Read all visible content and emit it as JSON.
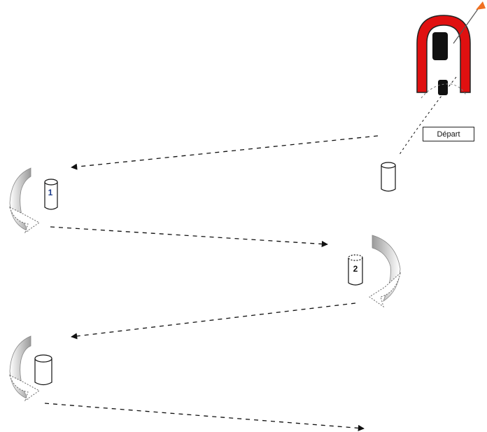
{
  "start_label": "Départ",
  "cones": [
    {
      "label": "1"
    },
    {
      "label": "2"
    },
    {
      "label": ""
    }
  ],
  "colors": {
    "horseshoe": "#e01010",
    "cone_label_1": "#1a3a8a",
    "cone_label_2": "#111111",
    "path": "#111111",
    "turn_arrow": "#a8a8a8",
    "flag": "#f07020"
  }
}
